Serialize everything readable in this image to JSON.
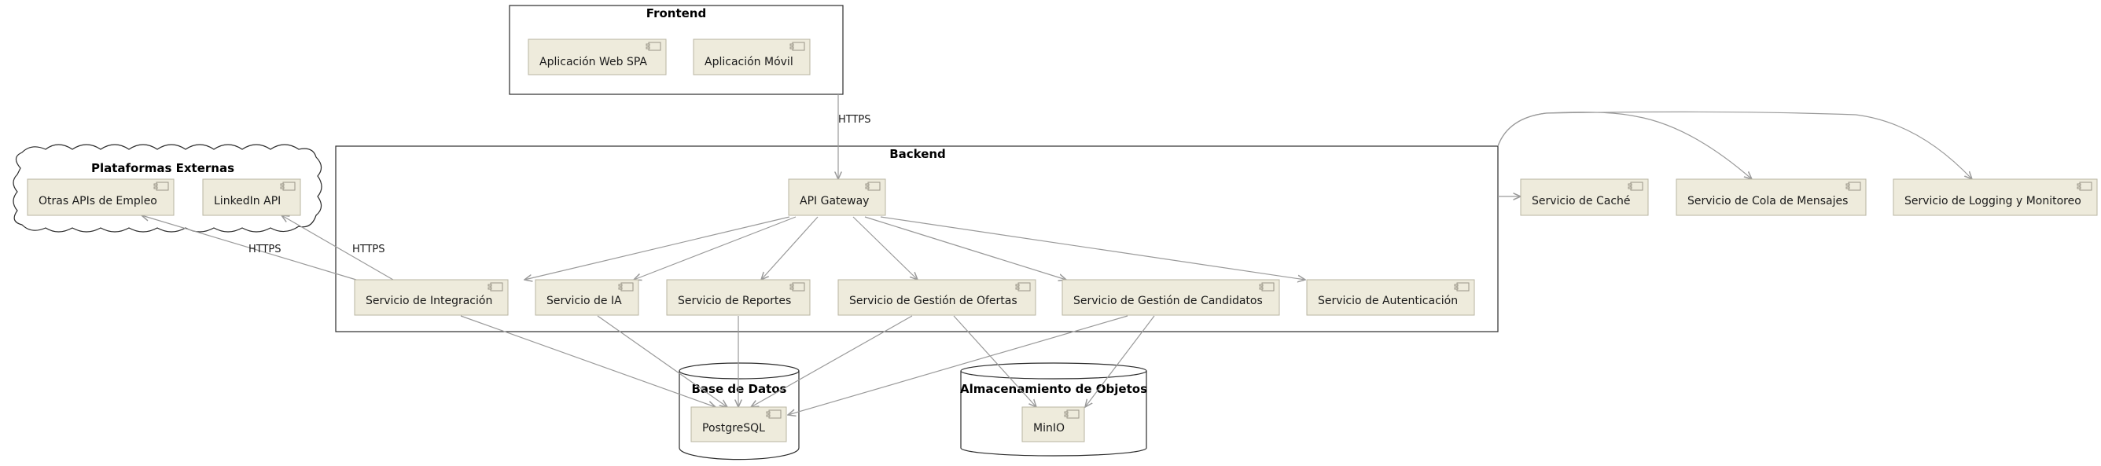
{
  "groups": {
    "frontend": "Frontend",
    "backend": "Backend",
    "externas": "Plataformas Externas",
    "bd": "Base de Datos",
    "objetos": "Almacenamiento de Objetos"
  },
  "components": {
    "web_spa": "Aplicación Web SPA",
    "movil": "Aplicación Móvil",
    "gateway": "API Gateway",
    "integracion": "Servicio de Integración",
    "ia": "Servicio de IA",
    "reportes": "Servicio de Reportes",
    "ofertas": "Servicio de Gestión de Ofertas",
    "candidatos": "Servicio de Gestión de Candidatos",
    "autenticacion": "Servicio de Autenticación",
    "otras_apis": "Otras APIs de Empleo",
    "linkedin": "LinkedIn API",
    "postgres": "PostgreSQL",
    "minio": "MinIO",
    "cache": "Servicio de Caché",
    "cola": "Servicio de Cola de Mensajes",
    "logging": "Servicio de Logging y Monitoreo"
  },
  "edge_labels": {
    "frontend_gateway": "HTTPS",
    "integracion_otras": "HTTPS",
    "integracion_linkedin": "HTTPS"
  }
}
